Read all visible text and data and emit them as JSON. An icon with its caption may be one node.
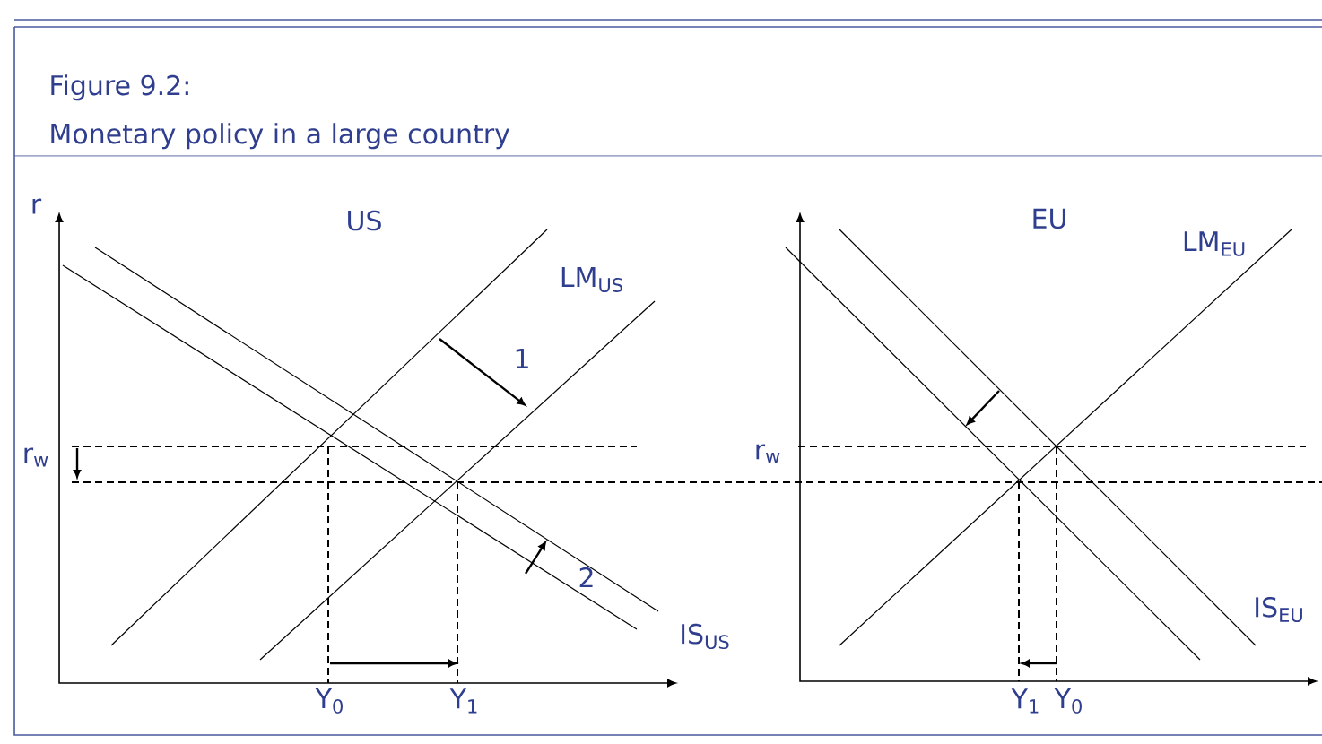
{
  "diagram": {
    "title": "Figure 9.2:",
    "caption": "Monetary policy in a large country",
    "labels": [
      "r",
      "US",
      "LM$_{US}$",
      "1",
      "r$_{w}$",
      "2",
      "IS$_{US}$",
      "Y$_{0}$",
      "Y$_{1}$",
      "EU",
      "LM$_{EU}$",
      "r$_{w}$",
      "IS$_{EU}$",
      "Y$_{1}$",
      "Y$_{0}$"
    ]
  }
}
